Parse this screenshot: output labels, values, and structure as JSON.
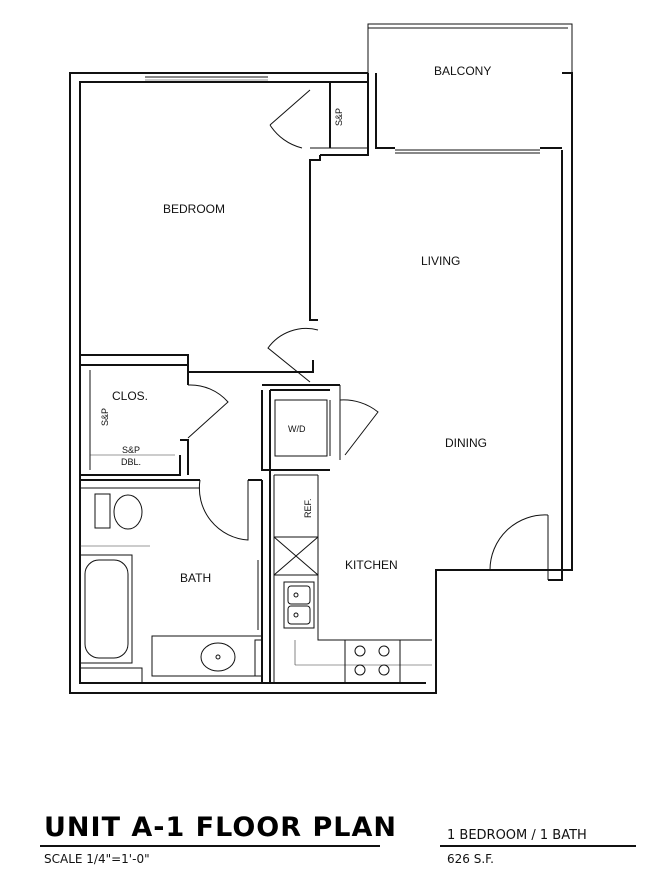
{
  "rooms": {
    "balcony": "BALCONY",
    "bedroom": "BEDROOM",
    "living": "LIVING",
    "closet": "CLOS.",
    "washer_dryer": "W/D",
    "dining": "DINING",
    "refrigerator": "REF.",
    "kitchen": "KITCHEN",
    "bath": "BATH",
    "shelf_pole_1": "S&P",
    "shelf_pole_2": "S&P",
    "shelf_pole_3": "S&P",
    "double": "DBL."
  },
  "footer": {
    "title": "UNIT A-1 FLOOR PLAN",
    "unit_type": "1 BEDROOM / 1 BATH",
    "scale": "SCALE 1/4\"=1'-0\"",
    "area": "626 S.F."
  }
}
